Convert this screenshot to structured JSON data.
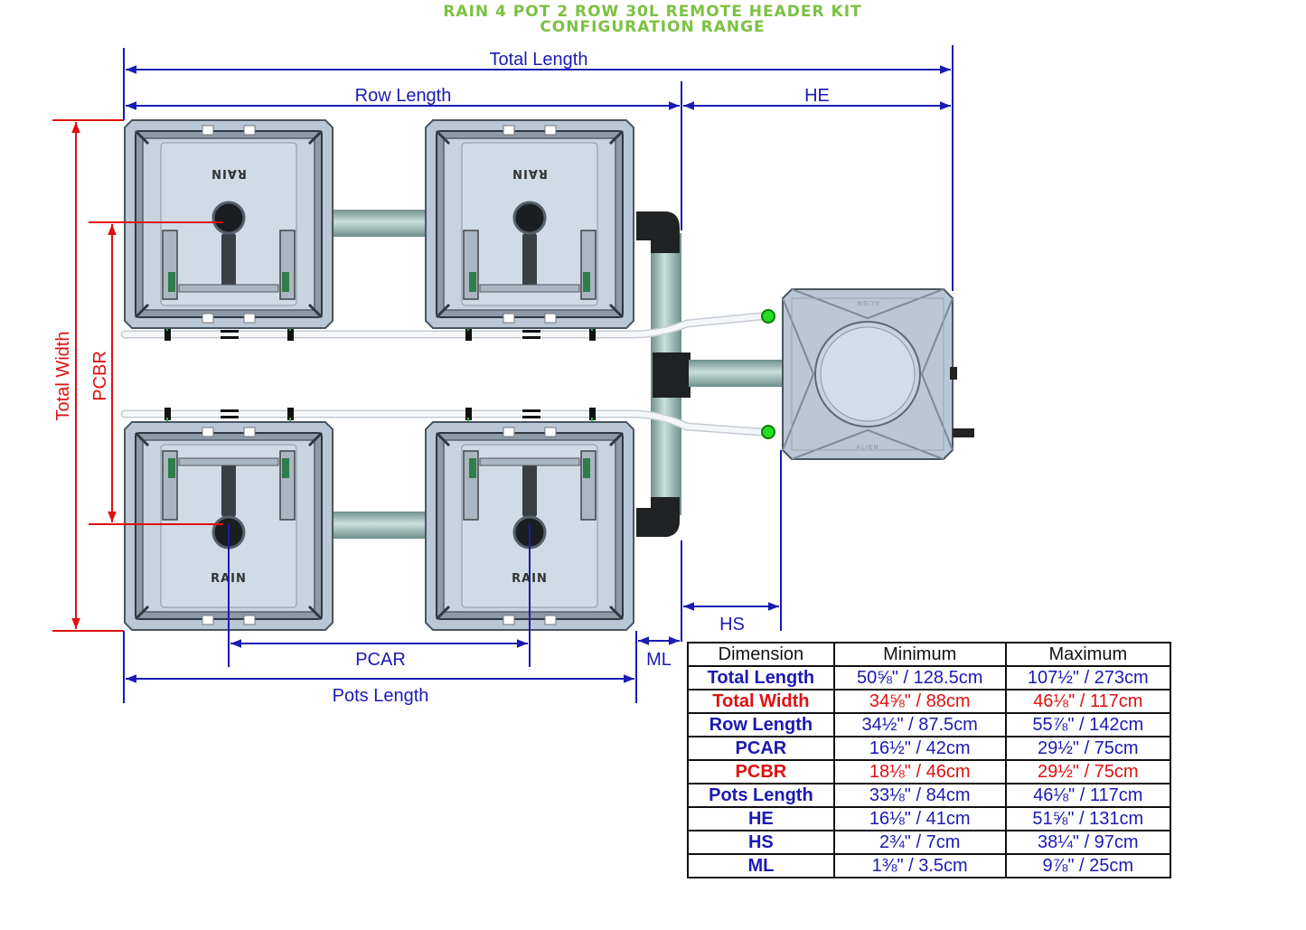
{
  "title": {
    "line1": "RAIN 4 POT 2 ROW 30L REMOTE HEADER KIT",
    "line2": "CONFIGURATION RANGE"
  },
  "labels": {
    "total_length": "Total Length",
    "row_length": "Row Length",
    "he": "HE",
    "hs": "HS",
    "ml": "ML",
    "pcar": "PCAR",
    "pots_length": "Pots Length",
    "total_width": "Total Width",
    "pcbr": "PCBR"
  },
  "pot_branding": {
    "rain": "RAIN",
    "alien": "ALIEN"
  },
  "colors": {
    "dimension_blue": "#1a1ab4",
    "dimension_red": "#e01010",
    "title_green": "#7cc142",
    "pipe_green": "#8fb2ae",
    "pot_gray": "#b9c7d6",
    "valve_green": "#22dd22"
  },
  "table": {
    "headers": [
      "Dimension",
      "Minimum",
      "Maximum"
    ],
    "rows": [
      {
        "name": "Total Length",
        "min": "50⅝\" / 128.5cm",
        "max": "107½\" / 273cm",
        "color": "blue"
      },
      {
        "name": "Total Width",
        "min": "34⅝\" / 88cm",
        "max": "46⅛\" / 117cm",
        "color": "red"
      },
      {
        "name": "Row Length",
        "min": "34½\" / 87.5cm",
        "max": "55⅞\" / 142cm",
        "color": "blue"
      },
      {
        "name": "PCAR",
        "min": "16½\" / 42cm",
        "max": "29½\" / 75cm",
        "color": "blue"
      },
      {
        "name": "PCBR",
        "min": "18⅛\" / 46cm",
        "max": "29½\" / 75cm",
        "color": "red"
      },
      {
        "name": "Pots Length",
        "min": "33⅛\" / 84cm",
        "max": "46⅛\" / 117cm",
        "color": "blue"
      },
      {
        "name": "HE",
        "min": "16⅛\" / 41cm",
        "max": "51⅝\" / 131cm",
        "color": "blue"
      },
      {
        "name": "HS",
        "min": "2¾\" / 7cm",
        "max": "38¼\" / 97cm",
        "color": "blue"
      },
      {
        "name": "ML",
        "min": "1⅜\" / 3.5cm",
        "max": "9⅞\" / 25cm",
        "color": "blue"
      }
    ]
  }
}
